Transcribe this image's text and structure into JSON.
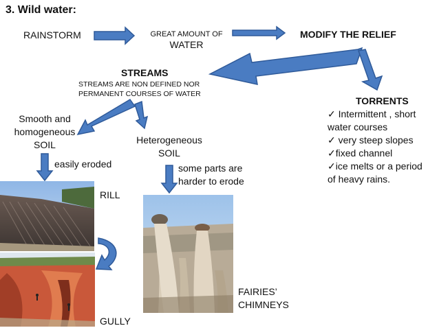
{
  "title": "3.  Wild water:",
  "rainstorm": "RAINSTORM",
  "great_amount": {
    "line1": "GREAT AMOUNT OF",
    "line2": "WATER"
  },
  "modify_relief": "MODIFY THE RELIEF",
  "streams": {
    "heading": "STREAMS",
    "desc_line1": "STREAMS ARE NON DEFINED NOR",
    "desc_line2": "PERMANENT COURSES OF WATER"
  },
  "torrents": {
    "heading": "TORRENTS",
    "item1_line1": "Intermittent , short",
    "item1_line2": "water courses",
    "item2": "very steep slopes",
    "item3": "fixed channel",
    "item4_line1": "ice melts or a period",
    "item4_line2": "of heavy rains."
  },
  "smooth_soil": {
    "line1": "Smooth and",
    "line2": "homogeneous",
    "line3": "SOIL"
  },
  "easily_eroded": "easily eroded",
  "hetero_soil": {
    "line1": "Heterogeneous",
    "line2": "SOIL"
  },
  "harder": {
    "line1": "some parts are",
    "line2": "harder to erode"
  },
  "rill": "RILL",
  "gully": "GULLY",
  "fairies": {
    "line1": "FAIRIES’",
    "line2": "CHIMNEYS"
  },
  "check_glyph": "✓",
  "colors": {
    "arrow_fill": "#4a7cc2",
    "arrow_stroke": "#2f5a99"
  }
}
